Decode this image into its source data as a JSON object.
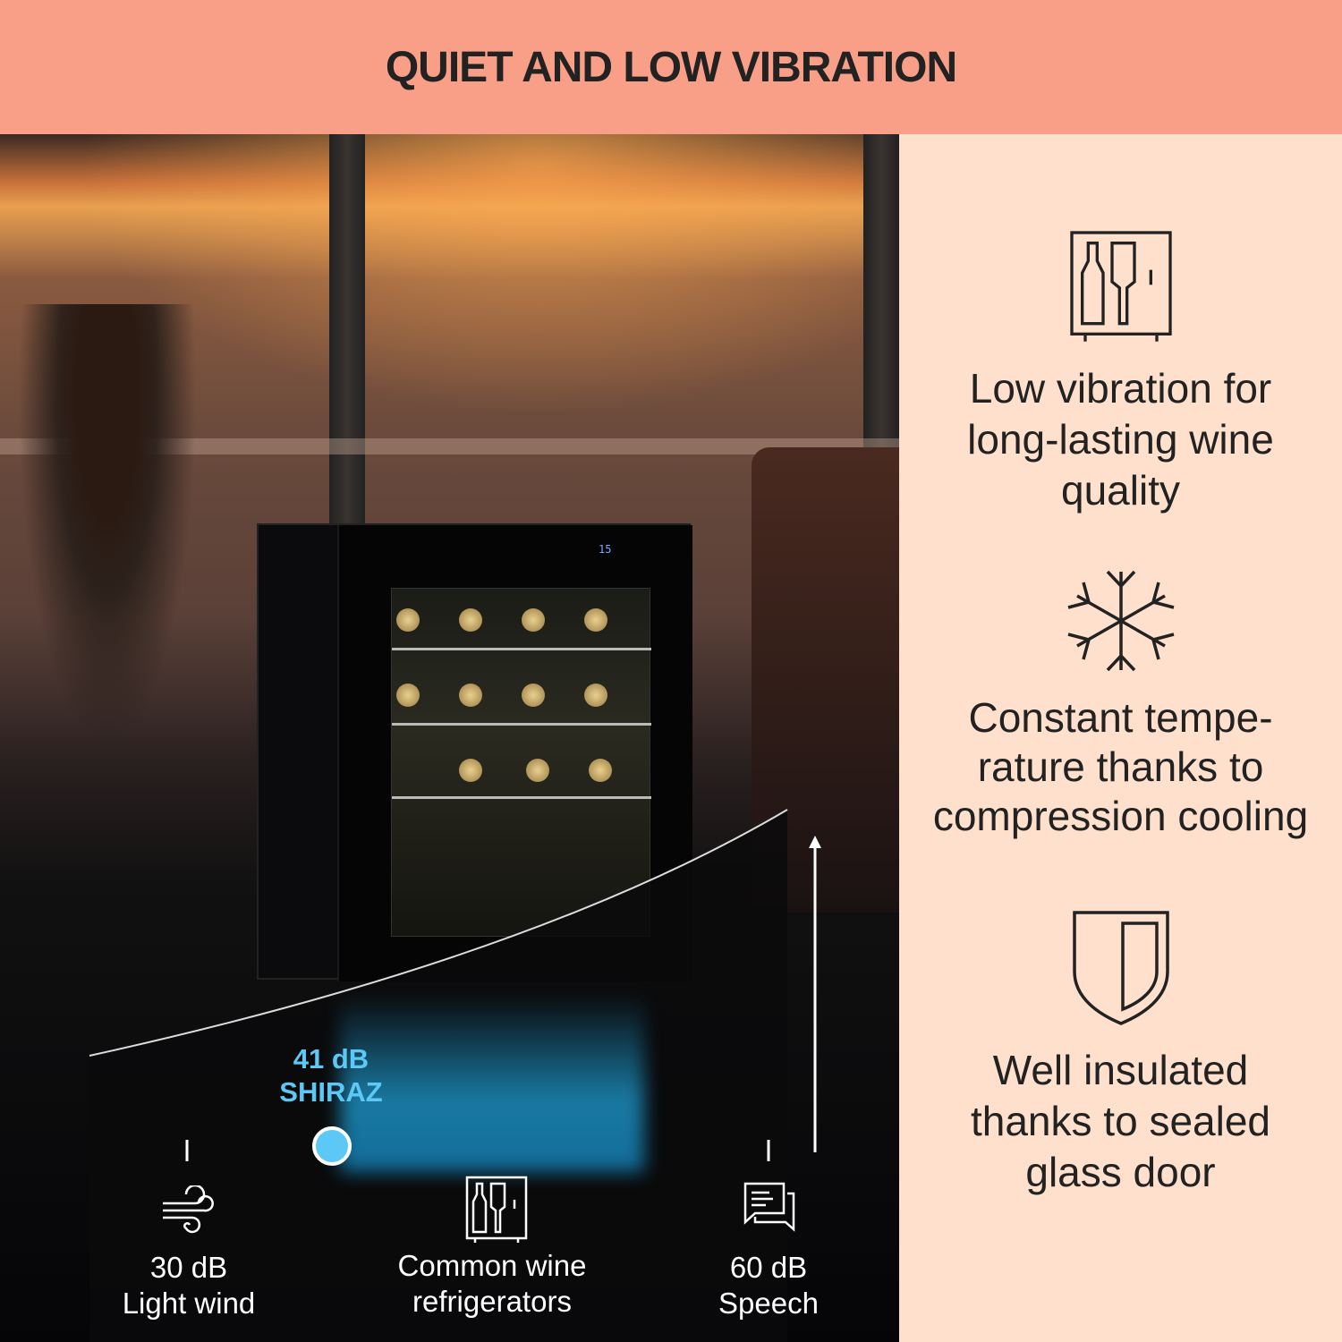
{
  "header": {
    "title": "QUIET AND LOW VIBRATION"
  },
  "fridge": {
    "display": "15"
  },
  "highlight": {
    "value": "41 dB",
    "name": "SHIRAZ",
    "color": "#5cc8f5"
  },
  "scale": [
    {
      "line1": "30 dB",
      "line2": "Light wind",
      "icon": "wind-icon"
    },
    {
      "line1": "Common wine",
      "line2": "refrigerators",
      "icon": "wine-fridge-icon"
    },
    {
      "line1": "60 dB",
      "line2": "Speech",
      "icon": "speech-bubbles-icon"
    }
  ],
  "features": [
    {
      "lines": [
        "Low vibration for",
        "long-lasting wine",
        "quality"
      ],
      "icon": "wine-fridge-icon"
    },
    {
      "lines": [
        "Constant tempe-",
        "rature thanks to",
        "compression cooling"
      ],
      "icon": "snowflake-icon"
    },
    {
      "lines": [
        "Well insulated",
        "thanks to sealed",
        "glass door"
      ],
      "icon": "shield-icon"
    }
  ],
  "colors": {
    "header": "#f99f87",
    "panel": "#fee0cc",
    "accent": "#5cc8f5"
  }
}
